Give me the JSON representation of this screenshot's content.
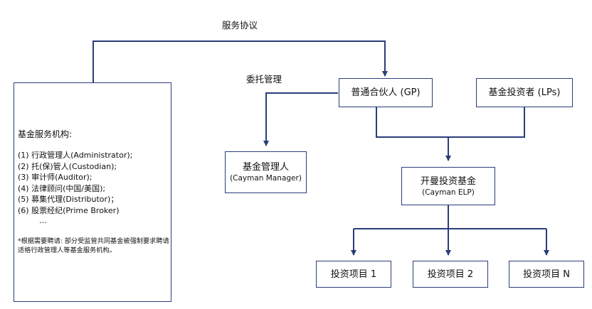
{
  "labels": {
    "service_agreement": "服务协议",
    "entrustment": "委托管理"
  },
  "gp": {
    "name": "普通合伙人 (GP)"
  },
  "lps": {
    "name": "基金投资者 (LPs)"
  },
  "manager": {
    "name": "基金管理人",
    "sub": "(Cayman Manager)"
  },
  "fund": {
    "name": "开曼投资基金",
    "sub": "(Cayman ELP)"
  },
  "projects": [
    "投资项目 1",
    "投资项目 2",
    "投资项目 N"
  ],
  "service_providers": {
    "heading": "基金服务机构:",
    "items": [
      "(1)  行政管理人(Administrator);",
      "(2)  托(保)管人(Custodian);",
      "(3)  审计师(Auditor);",
      "(4)  法律顾问(中国/美国);",
      "(5)  募集代理(Distributor)；",
      "(6) 股票经纪(Prime Broker)"
    ],
    "ellipsis": "…",
    "note": "*根据需要聘请: 部分受监管共同基金被强制要求聘请适格行政管理人等基金服务机构。"
  },
  "colors": {
    "line": "#2a3d7a",
    "border": "#2a3d7a"
  }
}
